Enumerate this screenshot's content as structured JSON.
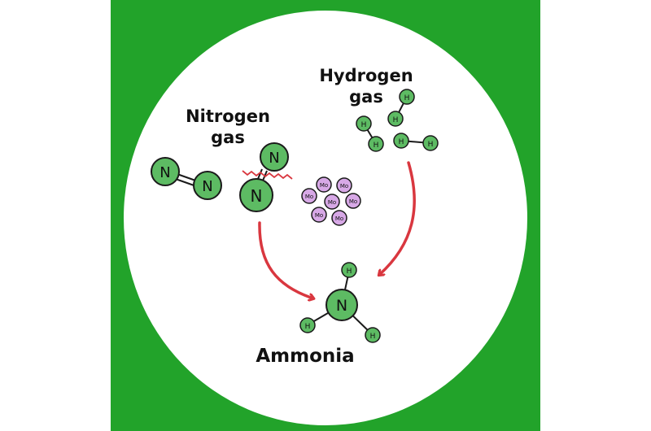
{
  "colors": {
    "background_green": "#22a32a",
    "circle_white": "#ffffff",
    "atom_green": "#5dbb63",
    "atom_green_light": "#8fd694",
    "catalyst_purple": "#d7a8e6",
    "arrow_red": "#d9373f",
    "bond_black": "#1a1a1a"
  },
  "labels": {
    "nitrogen_line1": "Nitrogen",
    "nitrogen_line2": "gas",
    "hydrogen_line1": "Hydrogen",
    "hydrogen_line2": "gas",
    "ammonia": "Ammonia"
  },
  "atoms": {
    "nitrogen_symbol": "N",
    "hydrogen_symbol": "H",
    "catalyst_symbol": "Mo"
  },
  "icons": [
    "nitrogen-molecule-icon",
    "breaking-nitrogen-molecule-icon",
    "hydrogen-molecule-icon",
    "molybdenum-catalyst-icon",
    "ammonia-molecule-icon",
    "reaction-arrow-icon",
    "bond-break-squiggle-icon"
  ]
}
